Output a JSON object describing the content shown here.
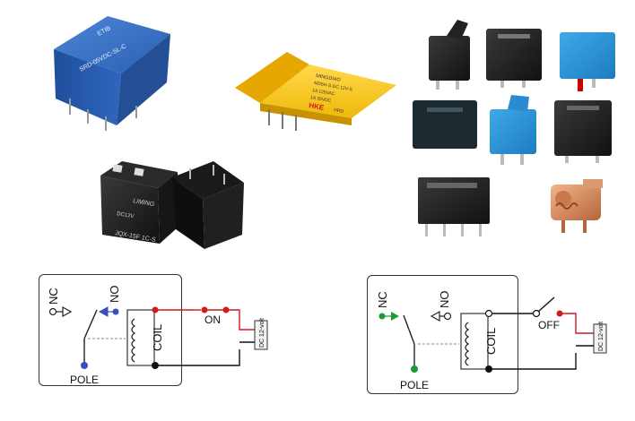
{
  "relays": {
    "blue_pcb": {
      "marking_top": "ETIB",
      "marking_side": "SRD-05VDC-SL-C"
    },
    "yellow_pcb": {
      "brand": "MINGDIAO",
      "model": "MD5H-S-DC 12V-S",
      "rating1": "1A 125VAC",
      "rating2": "1A 30VDC",
      "logo": "HKE",
      "cert": "HRD"
    },
    "black_pcb": {
      "brand": "LIMING",
      "model": "JQX-15F 1C-S",
      "rating": "DC12V"
    }
  },
  "diagram_left": {
    "nc_label": "NC",
    "no_label": "NO",
    "coil_label": "COIL",
    "switch_label": "ON",
    "pole_label": "POLE",
    "battery_label": "DC 12-volt",
    "colors": {
      "active": "#d11a1a",
      "pole": "#3a4fbf",
      "wire": "#111111"
    }
  },
  "diagram_right": {
    "nc_label": "NC",
    "no_label": "NO",
    "coil_label": "COIL",
    "switch_label": "OFF",
    "pole_label": "POLE",
    "battery_label": "DC 12-volt",
    "colors": {
      "active": "#d11a1a",
      "pole": "#1a9a3a",
      "wire": "#111111"
    }
  }
}
